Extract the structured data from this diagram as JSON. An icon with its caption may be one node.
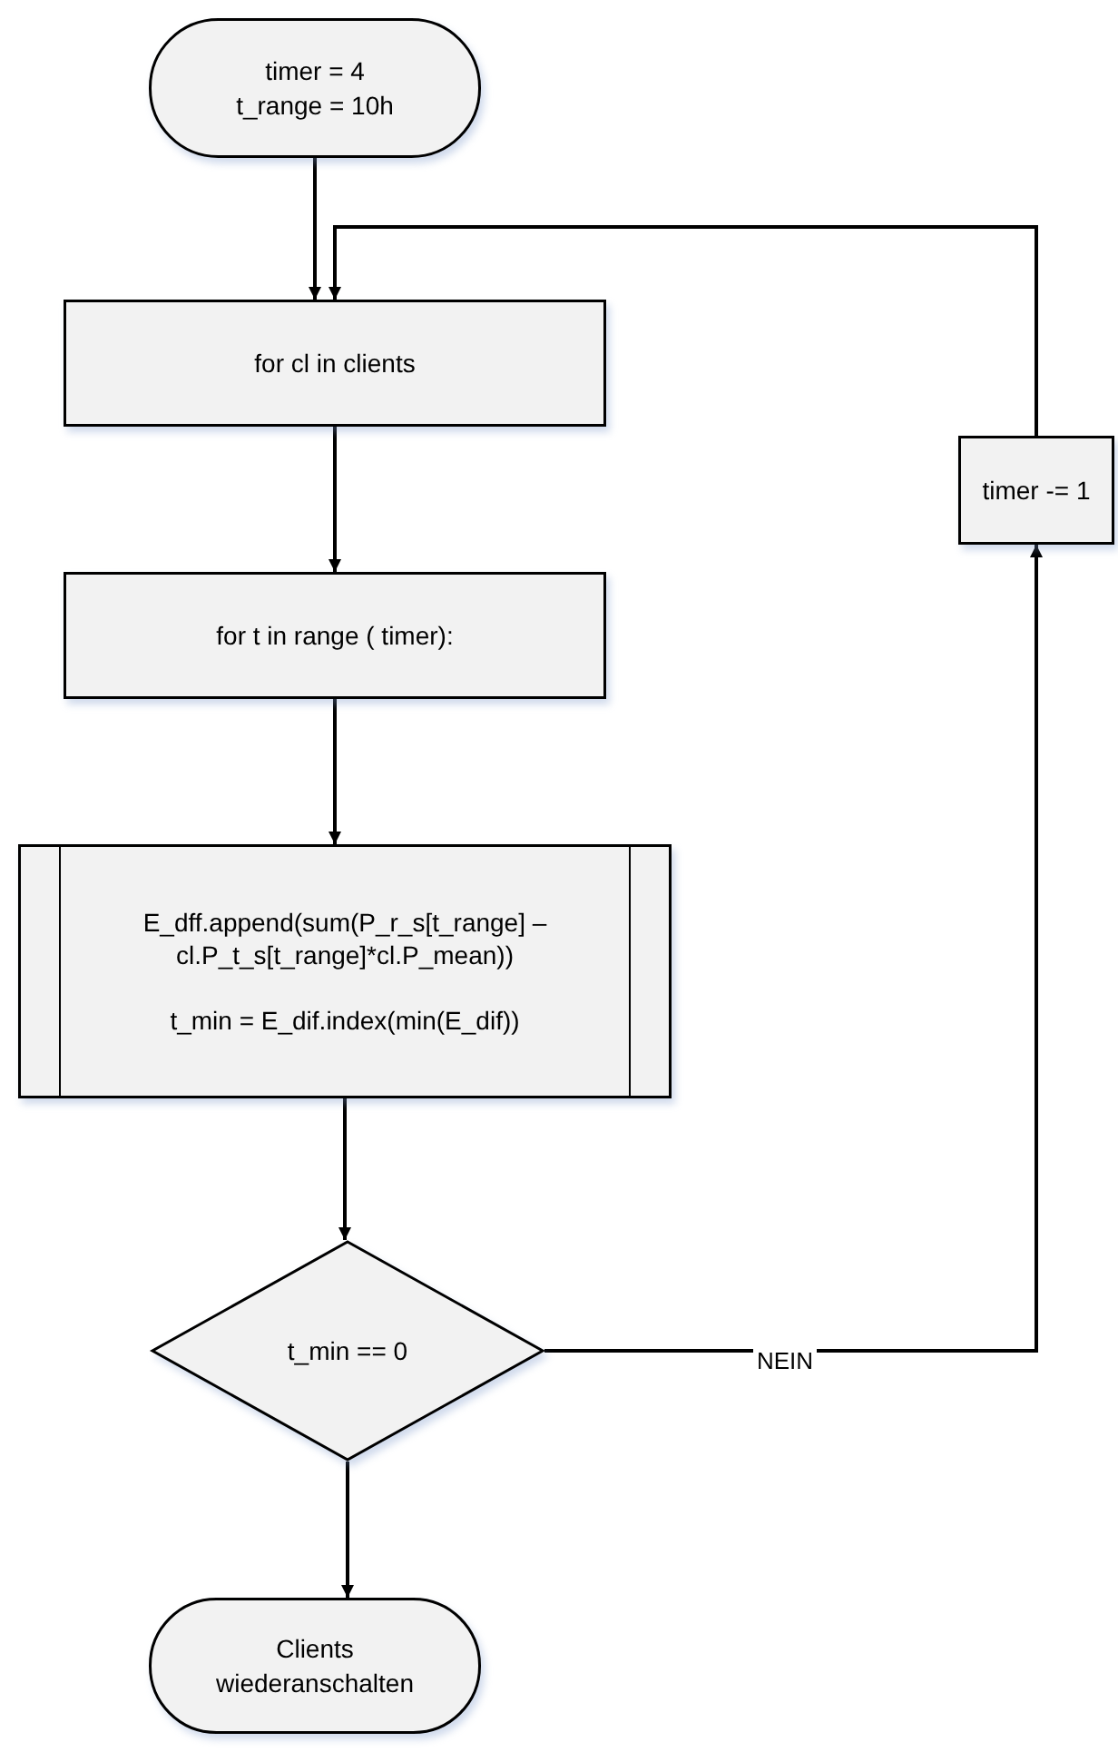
{
  "diagram": {
    "nodes": [
      {
        "text": [
          "timer = 4",
          "t_range = 10h"
        ]
      },
      {
        "text": [
          "for cl in clients"
        ]
      },
      {
        "text": [
          "for t in range ( timer):"
        ]
      },
      {
        "text": [
          "E_dff.append(sum(P_r_s[t_range] – cl.P_t_s[t_range]*cl.P_mean))",
          "t_min = E_dif.index(min(E_dif))"
        ]
      },
      {
        "text": [
          "t_min == 0"
        ]
      },
      {
        "text": [
          "Clients wiederanschalten"
        ]
      },
      {
        "text": [
          "timer -= 1"
        ]
      }
    ],
    "edges": [
      {
        "from": 0,
        "to": 1,
        "arrow": "to"
      },
      {
        "from": 1,
        "to": 2,
        "arrow": "to"
      },
      {
        "from": 2,
        "to": 3,
        "arrow": "to"
      },
      {
        "from": 3,
        "to": 4,
        "arrow": "to"
      },
      {
        "from": 4,
        "to": 5,
        "arrow": "to"
      },
      {
        "from": 4,
        "to": 6,
        "arrow": "to",
        "label": "NEIN"
      },
      {
        "from": 6,
        "to": 1,
        "arrow": "to"
      }
    ]
  }
}
